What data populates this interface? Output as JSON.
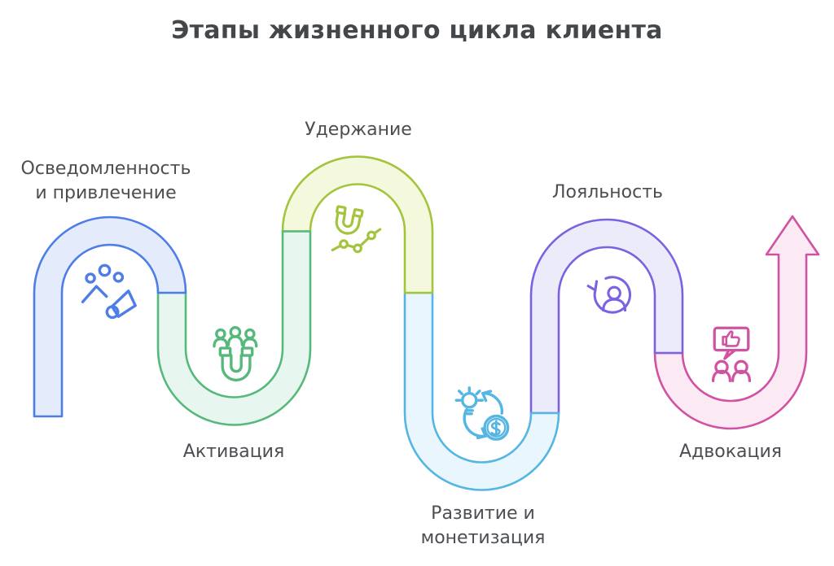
{
  "title": "Этапы жизненного цикла клиента",
  "background": "#ffffff",
  "title_color": "#43474a",
  "label_color": "#4b4e52",
  "flow_direction": "serpentine left-to-right ending in upward arrow",
  "stages": [
    {
      "order": 1,
      "label": "Осведомленность и привлечение",
      "label_lines": [
        "Осведомленность",
        "и привлечение"
      ],
      "icon": "megaphone-audience-icon",
      "stroke": "#4f7de8",
      "fill": "#e4ecfb"
    },
    {
      "order": 2,
      "label": "Активация",
      "icon": "magnet-users-icon",
      "stroke": "#57b87c",
      "fill": "#e7f7ef"
    },
    {
      "order": 3,
      "label": "Удержание",
      "icon": "magnet-growth-chart-icon",
      "stroke": "#a4c43e",
      "fill": "#f4f9dd"
    },
    {
      "order": 4,
      "label": "Развитие и монетизация",
      "label_lines": [
        "Развитие и",
        "монетизация"
      ],
      "icon": "idea-to-money-cycle-icon",
      "stroke": "#56b6e3",
      "fill": "#e9f6fd"
    },
    {
      "order": 5,
      "label": "Лояльность",
      "icon": "customer-loop-icon",
      "stroke": "#7c61e0",
      "fill": "#ecebfa"
    },
    {
      "order": 6,
      "label": "Адвокация",
      "icon": "review-people-icon",
      "stroke": "#d053a2",
      "fill": "#fbe9f4"
    }
  ]
}
